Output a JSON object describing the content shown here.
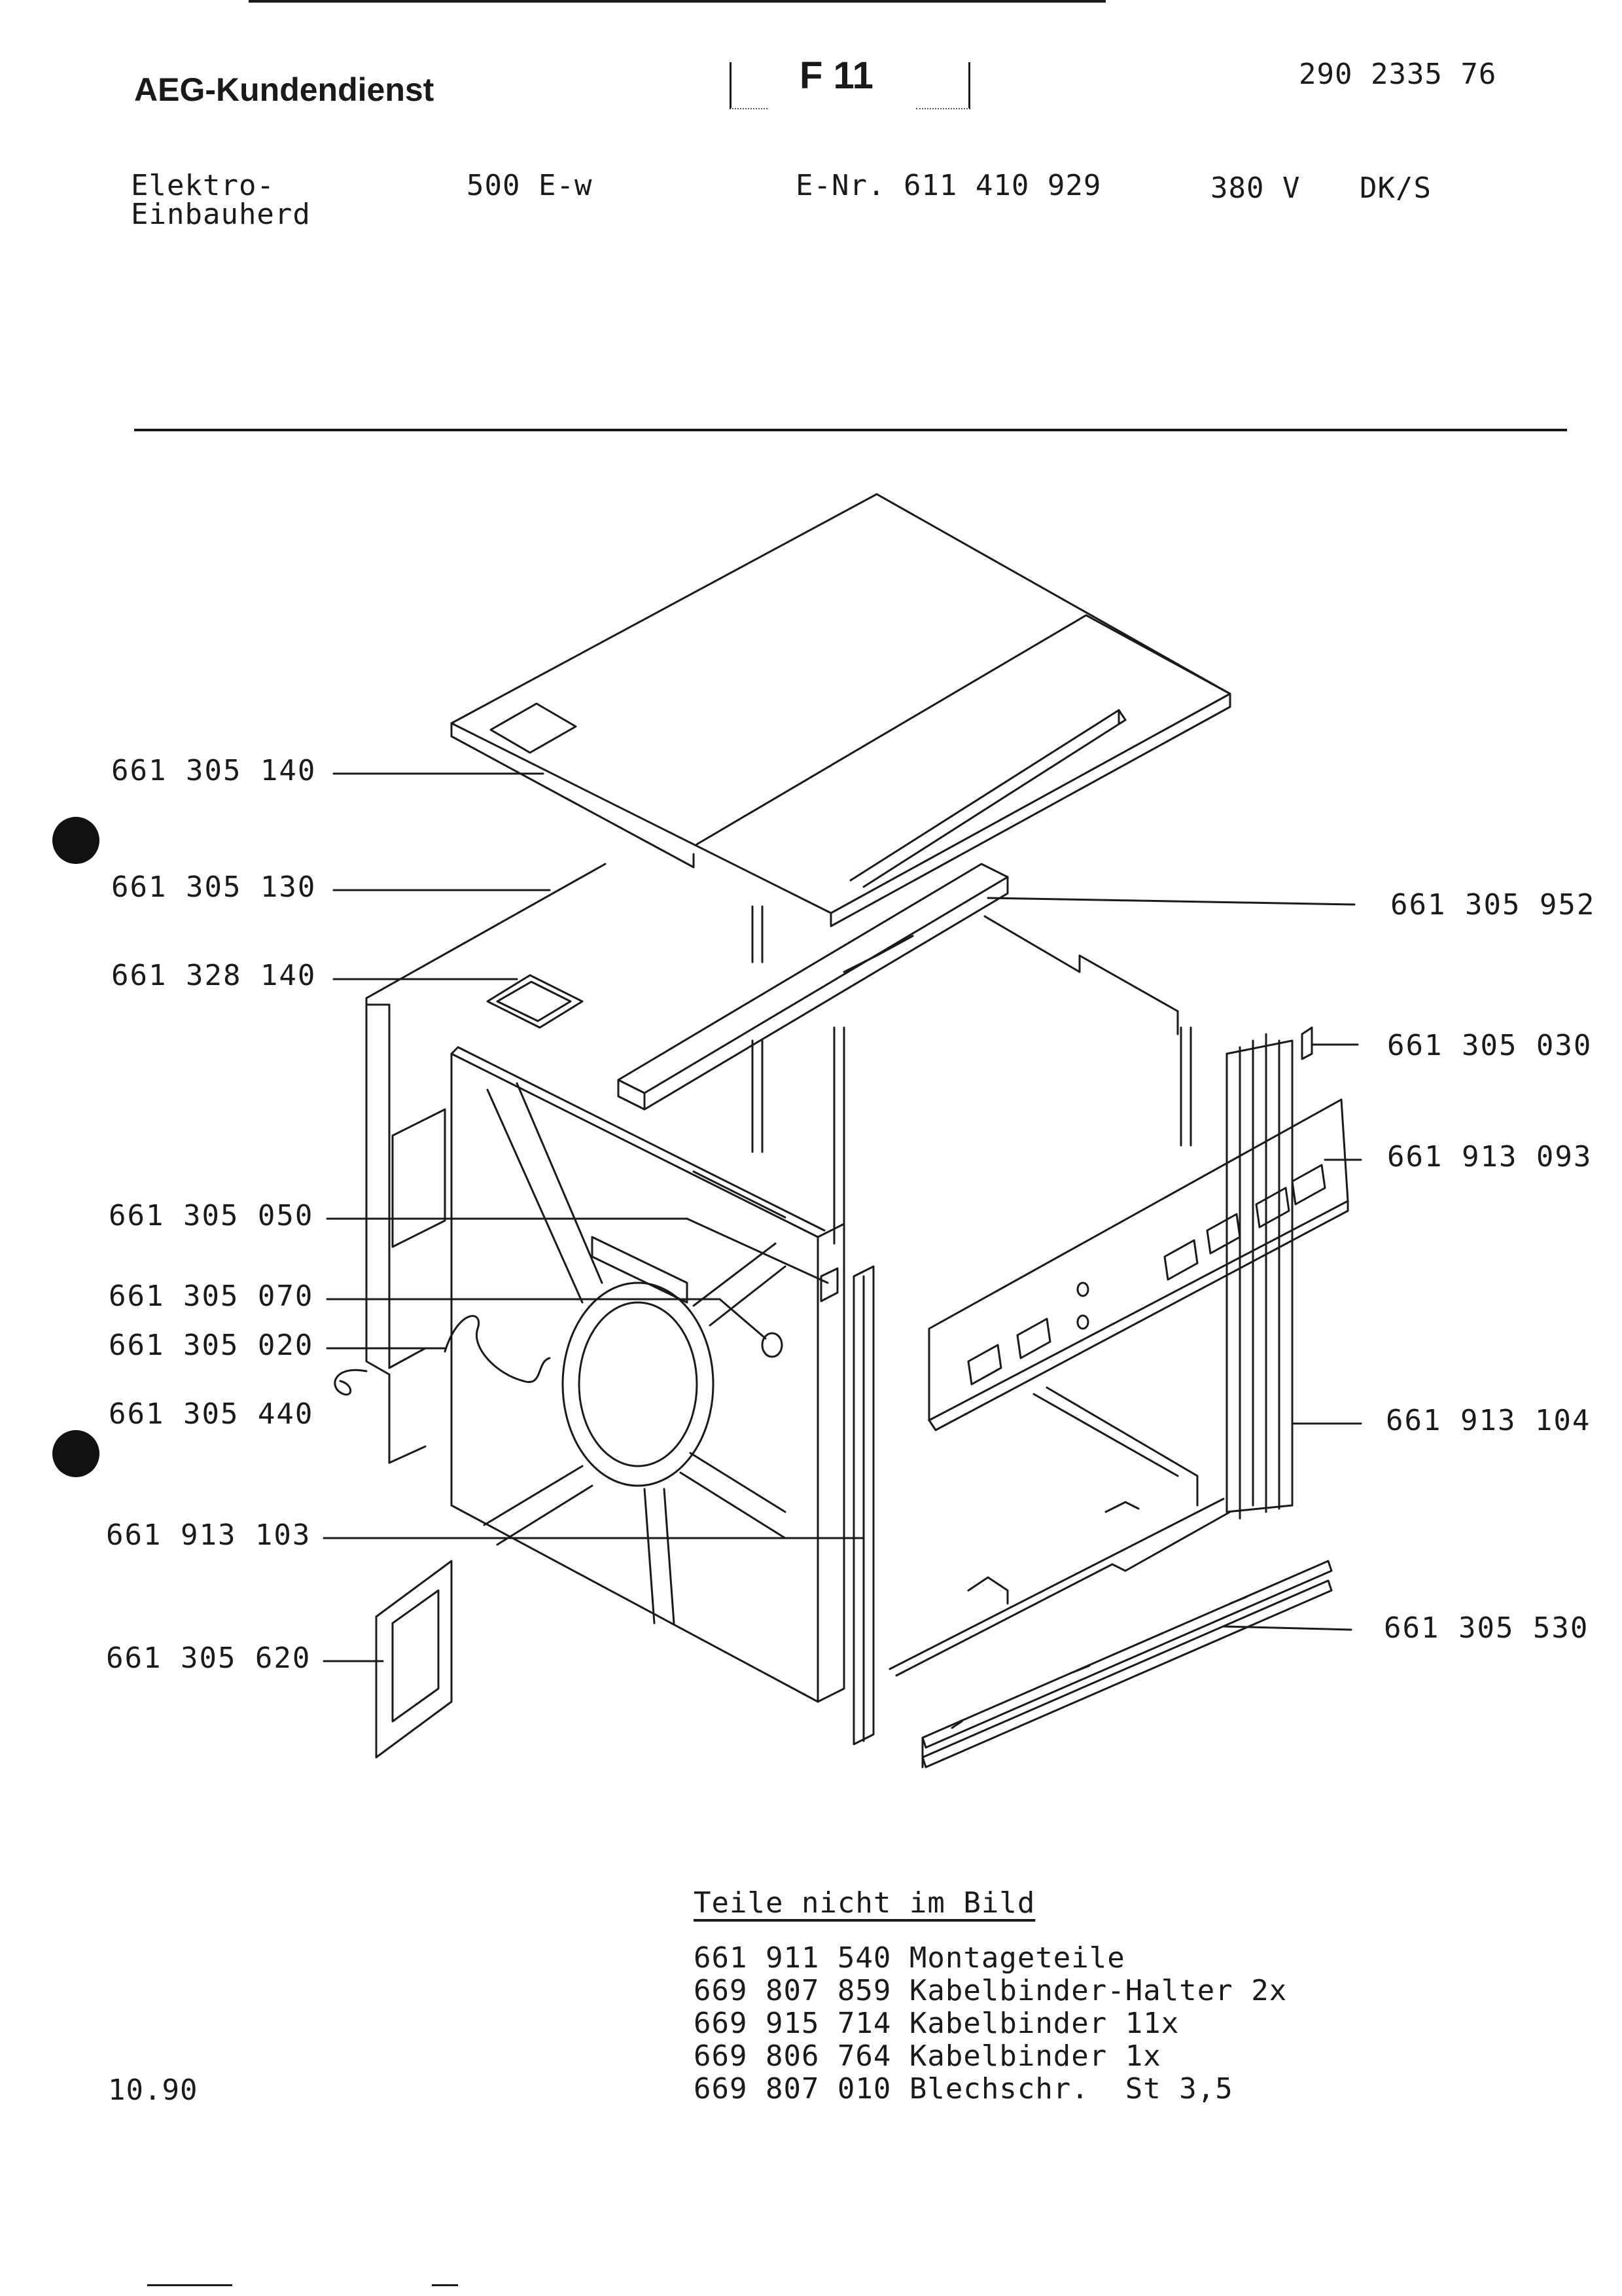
{
  "header": {
    "brand": "AEG-Kundendienst",
    "sheet": "F 11",
    "doc_number": "290 2335 76",
    "product_type_line1": "Elektro-",
    "product_type_line2": "Einbauherd",
    "model": "500 E-w",
    "enr": "E-Nr. 611 410 929",
    "voltage": "380 V",
    "country": "DK/S"
  },
  "parts": [
    {
      "label": "661 305 140"
    },
    {
      "label": "661 305 130"
    },
    {
      "label": "661 328 140"
    },
    {
      "label": "661 305 050"
    },
    {
      "label": "661 305 070"
    },
    {
      "label": "661 305 020"
    },
    {
      "label": "661 305 440"
    },
    {
      "label": "661 913 103"
    },
    {
      "label": "661 305 620"
    },
    {
      "label": "661 305 952"
    },
    {
      "label": "661 305 030"
    },
    {
      "label": "661 913 093"
    },
    {
      "label": "661 913 104"
    },
    {
      "label": "661 305 530"
    }
  ],
  "not_in_picture": {
    "heading": "Teile nicht im Bild",
    "items": [
      "661 911 540 Montageteile",
      "669 807 859 Kabelbinder-Halter 2x",
      "669 915 714 Kabelbinder 11x",
      "669 806 764 Kabelbinder 1x",
      "669 807 010 Blechschr.  St 3,5"
    ]
  },
  "footer": {
    "date": "10.90"
  }
}
